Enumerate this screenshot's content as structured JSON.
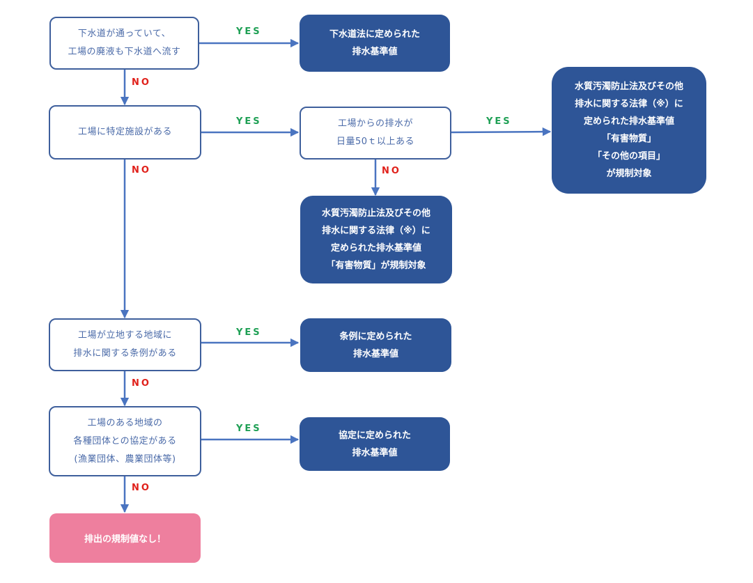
{
  "colors": {
    "edge": "#4a74c0",
    "decision_border": "#3e5f9c",
    "result_fill": "#2e5597",
    "end_fill": "#ee7f9e",
    "yes": "#1fa055",
    "no": "#e0201a"
  },
  "decisions": {
    "sewer": [
      "下水道が通っていて、",
      "工場の廃液も下水道へ流す"
    ],
    "facility": [
      "工場に特定施設がある"
    ],
    "volume": [
      "工場からの排水が",
      "日量50ｔ以上ある"
    ],
    "ordinance": [
      "工場が立地する地域に",
      "排水に関する条例がある"
    ],
    "agreement": [
      "工場のある地域の",
      "各種団体との協定がある",
      "(漁業団体、農業団体等)"
    ]
  },
  "results": {
    "sewer_law": [
      "下水道法に定められた",
      "排水基準値"
    ],
    "water_law_all": [
      "水質汚濁防止法及びその他",
      "排水に関する法律（※）に",
      "定められた排水基準値",
      "「有害物質」",
      "「その他の項目」",
      "が規制対象"
    ],
    "water_law_harmful": [
      "水質汚濁防止法及びその他",
      "排水に関する法律（※）に",
      "定められた排水基準値",
      "「有害物質」が規制対象"
    ],
    "ordinance": [
      "条例に定められた",
      "排水基準値"
    ],
    "agreement": [
      "協定に定められた",
      "排水基準値"
    ],
    "none": [
      "排出の規制値なし！"
    ]
  },
  "labels": {
    "yes": "YES",
    "no": "NO"
  }
}
